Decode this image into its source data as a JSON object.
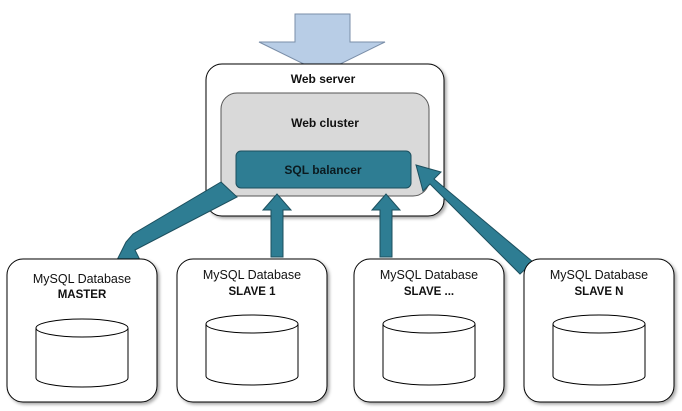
{
  "web_server": {
    "label": "Web server"
  },
  "web_cluster": {
    "label": "Web cluster"
  },
  "sql_balancer": {
    "label": "SQL balancer"
  },
  "databases": [
    {
      "title": "MySQL Database",
      "role": "MASTER"
    },
    {
      "title": "MySQL Database",
      "role": "SLAVE 1"
    },
    {
      "title": "MySQL Database",
      "role": "SLAVE ..."
    },
    {
      "title": "MySQL Database",
      "role": "SLAVE N"
    }
  ],
  "colors": {
    "inbound_arrow": "#b8cde6",
    "teal": "#2e7d93",
    "cluster_fill": "#d9d9d9"
  }
}
